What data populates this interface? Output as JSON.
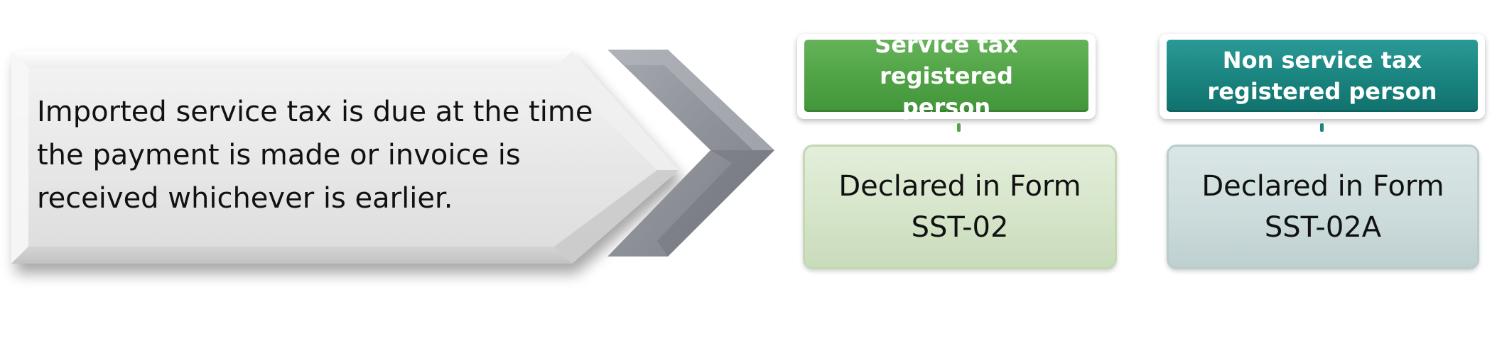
{
  "intro": {
    "lines": [
      "Imported service tax is due at the time",
      "the payment is made or invoice is",
      "received whichever is earlier."
    ]
  },
  "branches": [
    {
      "header_lines": [
        "Service tax registered",
        "person"
      ],
      "result_lines": [
        "Declared in Form",
        "SST-02"
      ],
      "header_color": "#52a547",
      "result_color": "#d5e5c9"
    },
    {
      "header_lines": [
        "Non service tax",
        "registered person"
      ],
      "result_lines": [
        "Declared in Form",
        "SST-02A"
      ],
      "header_color": "#1b8580",
      "result_color": "#cddcdc"
    }
  ],
  "colors": {
    "arrow_fill": "#e6e6e6",
    "chevron_fill": "#9a9ca3",
    "connector_a": "#52a547",
    "connector_b": "#1b8580"
  },
  "icons": {
    "main_arrow": "arrow-shape",
    "chevron": "chevron-right-icon"
  }
}
